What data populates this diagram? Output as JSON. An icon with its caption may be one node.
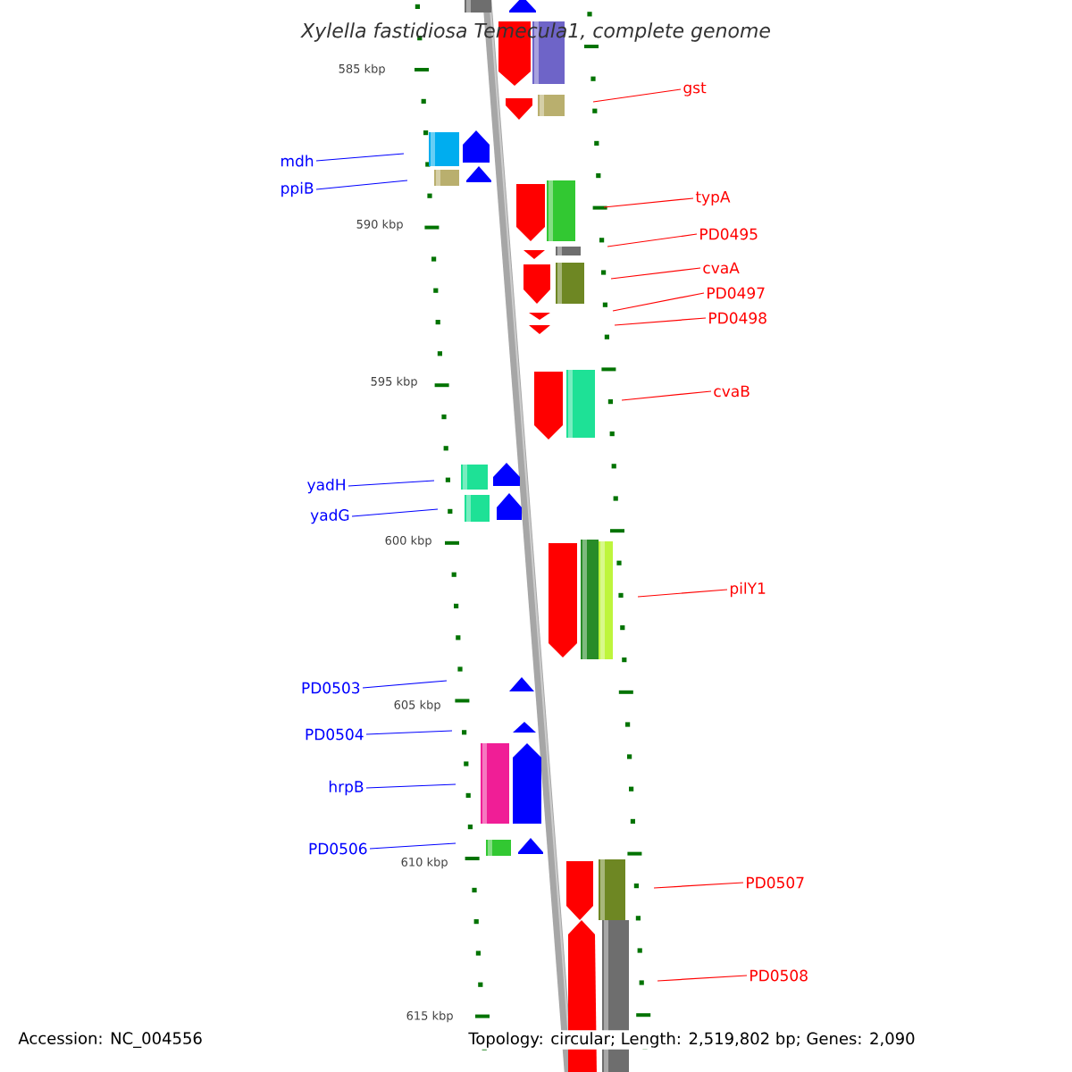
{
  "diagram": {
    "title": "Xylella fastidiosa Temecula1, complete genome",
    "nodes": [
      {
        "text": [
          "gst"
        ]
      },
      {
        "text": [
          "mdh"
        ]
      },
      {
        "text": [
          "ppiB"
        ]
      },
      {
        "text": [
          "typA"
        ]
      },
      {
        "text": [
          "PD0495"
        ]
      },
      {
        "text": [
          "cvaA"
        ]
      },
      {
        "text": [
          "PD0497"
        ]
      },
      {
        "text": [
          "PD0498"
        ]
      },
      {
        "text": [
          "cvaB"
        ]
      },
      {
        "text": [
          "yadH"
        ]
      },
      {
        "text": [
          "yadG"
        ]
      },
      {
        "text": [
          "pilY1"
        ]
      },
      {
        "text": [
          "PD0503"
        ]
      },
      {
        "text": [
          "PD0504"
        ]
      },
      {
        "text": [
          "hrpB"
        ]
      },
      {
        "text": [
          "PD0506"
        ]
      },
      {
        "text": [
          "PD0507"
        ]
      },
      {
        "text": [
          "PD0508"
        ]
      }
    ],
    "edges": [
      {
        "from": 0,
        "to": null,
        "arrow": "none"
      },
      {
        "from": 1,
        "to": null,
        "arrow": "none",
        "color": "#0000ff"
      },
      {
        "from": 2,
        "to": null,
        "arrow": "none",
        "color": "#0000ff"
      },
      {
        "from": 3,
        "to": null,
        "arrow": "none"
      },
      {
        "from": 4,
        "to": null,
        "arrow": "none"
      },
      {
        "from": 5,
        "to": null,
        "arrow": "none"
      },
      {
        "from": 6,
        "to": null,
        "arrow": "none"
      },
      {
        "from": 7,
        "to": null,
        "arrow": "none"
      },
      {
        "from": 8,
        "to": null,
        "arrow": "none"
      },
      {
        "from": 9,
        "to": null,
        "arrow": "none",
        "color": "#0000ff"
      },
      {
        "from": 10,
        "to": null,
        "arrow": "none",
        "color": "#0000ff"
      },
      {
        "from": 11,
        "to": null,
        "arrow": "none"
      },
      {
        "from": 12,
        "to": null,
        "arrow": "none",
        "color": "#0000ff"
      },
      {
        "from": 13,
        "to": null,
        "arrow": "none",
        "color": "#0000ff"
      },
      {
        "from": 14,
        "to": null,
        "arrow": "none",
        "color": "#0000ff"
      },
      {
        "from": 15,
        "to": null,
        "arrow": "none",
        "color": "#0000ff"
      },
      {
        "from": 16,
        "to": null,
        "arrow": "none"
      },
      {
        "from": 17,
        "to": null,
        "arrow": "none"
      }
    ],
    "labels": [
      "585 kbp",
      "590 kbp",
      "595 kbp",
      "600 kbp",
      "605 kbp",
      "610 kbp",
      "615 kbp",
      "Accession: NC_004556",
      "Topology: circular; Length: 2,519,802 bp; Genes: 2,090"
    ]
  }
}
